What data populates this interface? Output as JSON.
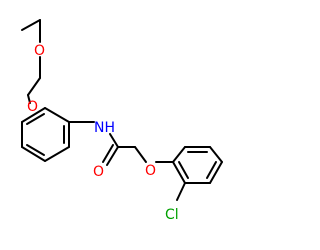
{
  "molecule": {
    "atoms": {
      "o_ether_top": "O",
      "o_aryl_ether": "O",
      "nh": "NH",
      "o_carbonyl": "O",
      "o_phenoxy": "O",
      "cl": "Cl"
    },
    "colors": {
      "bond": "#000000",
      "oxygen": "#ff0000",
      "nitrogen": "#0000ff",
      "chlorine": "#00a000",
      "background": "#ffffff"
    }
  }
}
